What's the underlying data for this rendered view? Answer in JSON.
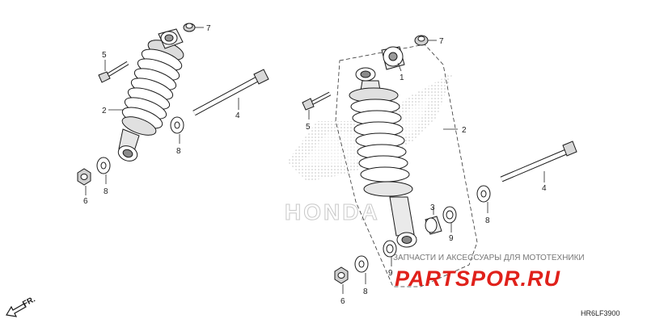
{
  "watermark": {
    "brand_text": "HONDA",
    "site_caption": "ЗАПЧАСТИ И АКСЕССУАРЫ ДЛЯ МОТОТЕХНИКИ",
    "site_logo": "PARTSPOR.RU",
    "logo_color": "#e0211b"
  },
  "diagram_code": "HR6LF3900",
  "direction_label": "FR.",
  "callouts": {
    "c1": "1",
    "c2_left": "2",
    "c2_right": "2",
    "c3": "3",
    "c4_left": "4",
    "c4_right": "4",
    "c5_left": "5",
    "c5_right": "5",
    "c6_left": "6",
    "c6_right": "6",
    "c7_left": "7",
    "c7_right": "7",
    "c8_a": "8",
    "c8_b": "8",
    "c8_c": "8",
    "c8_d": "8",
    "c9_a": "9",
    "c9_b": "9"
  }
}
